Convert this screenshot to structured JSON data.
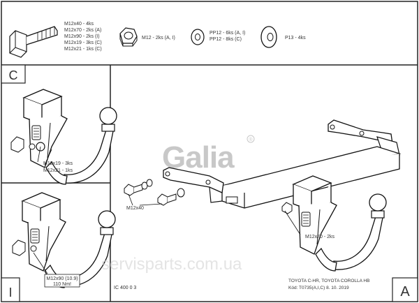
{
  "header_parts": {
    "bolt_labels": [
      "M12x40 - 4ks",
      "M12x70 - 2ks (A)",
      "M12x90 - 2ks (I)",
      "M12x19 - 3ks (C)",
      "M12x21 - 1ks (C)"
    ],
    "nut_label": "M12 - 2ks (A, I)",
    "washer_labels": [
      "PP12 - 6ks (A, I)",
      "PP12 - 8ks (C)"
    ],
    "large_washer_label": "P13 - 4ks"
  },
  "panel_c": {
    "letter": "C",
    "callouts": [
      "M12x19 - 3ks",
      "M12x21 - 1ks"
    ]
  },
  "panel_i": {
    "letter": "I",
    "callouts": [
      "M12x90 (10.9)",
      "110 Nm!"
    ]
  },
  "main": {
    "logo": "Galia",
    "bolt_callout": "M12x40",
    "ball_callout": "M12x70 - 2ks",
    "watermark": "servisparts.com.ua"
  },
  "footer": {
    "drawing_code": "IC 400 0 3",
    "vehicle": "TOYOTA C-HR, TOYOTA COROLLA HB",
    "kod": "Kód: T0735(A,I,C)  8. 10. 2019",
    "panel_letter": "A"
  }
}
